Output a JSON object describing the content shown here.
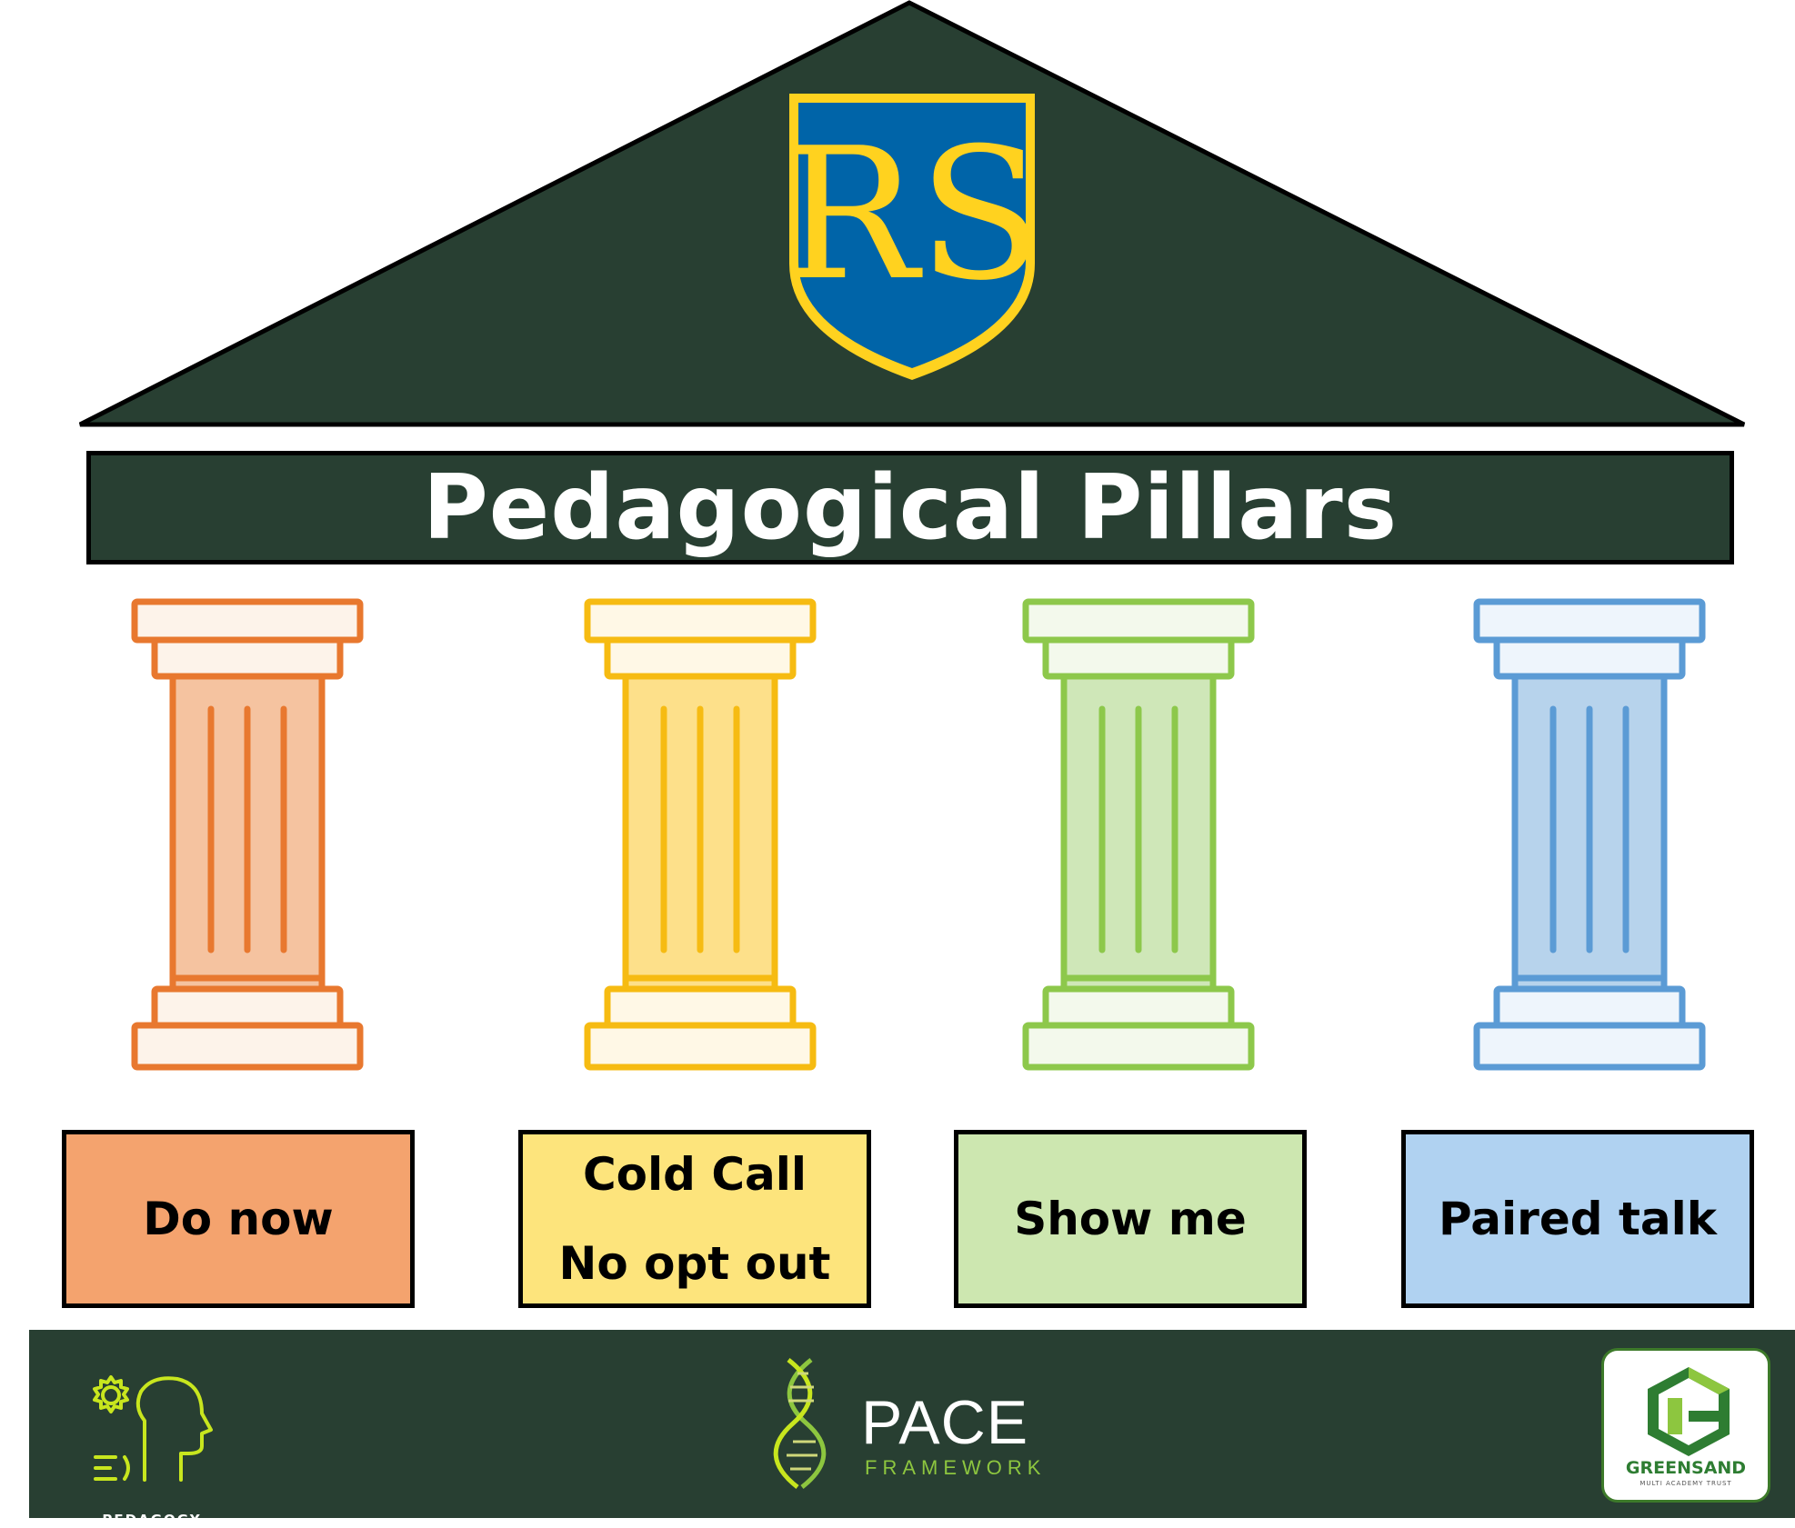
{
  "title": "Pedagogical Pillars",
  "crest": {
    "monogram": "RS"
  },
  "pillars": [
    {
      "label_lines": [
        "Do now"
      ],
      "stroke": "#e8782f",
      "fill": "#f5c3a0",
      "light": "#fdf3ea",
      "box": "#f4a36e"
    },
    {
      "label_lines": [
        "Cold Call",
        "No opt out"
      ],
      "stroke": "#f6bb12",
      "fill": "#fde08a",
      "light": "#fff8e6",
      "box": "#fde47c"
    },
    {
      "label_lines": [
        "Show me"
      ],
      "stroke": "#8dc84b",
      "fill": "#cfe7b8",
      "light": "#f3f9ec",
      "box": "#cde7b0"
    },
    {
      "label_lines": [
        "Paired talk"
      ],
      "stroke": "#5b9bd5",
      "fill": "#b7d3ec",
      "light": "#eef5fc",
      "box": "#b0d2f1"
    }
  ],
  "footer": {
    "pedagogy_label": "PEDAGOGY",
    "pace_word": "PACE",
    "pace_sub": "FRAMEWORK",
    "trust_name": "GREENSAND",
    "trust_sub": "MULTI ACADEMY TRUST"
  },
  "colors": {
    "dark_green": "#283f32",
    "crest_blue": "#0064a8",
    "crest_gold": "#ffd21f"
  }
}
